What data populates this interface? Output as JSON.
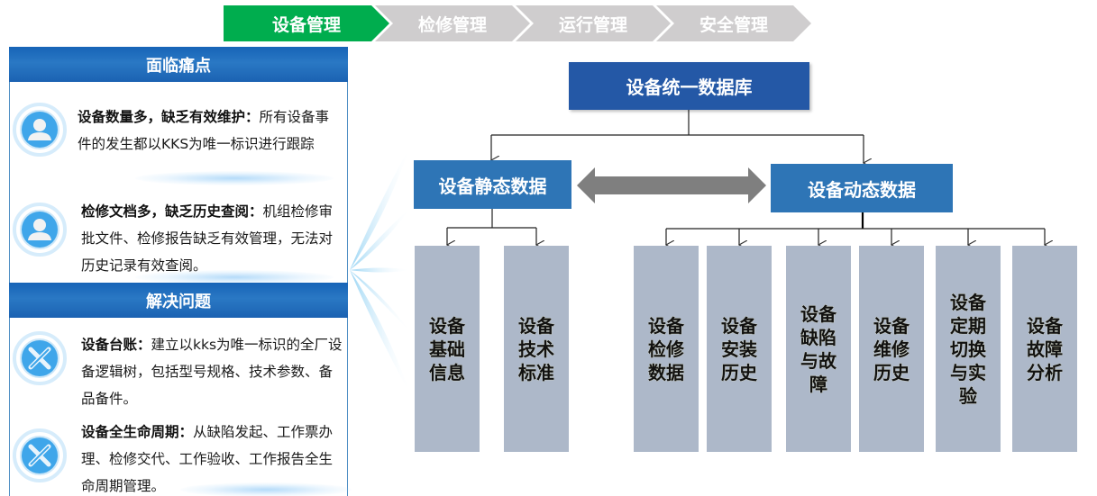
{
  "nav": {
    "steps": [
      {
        "label": "设备管理",
        "active": true
      },
      {
        "label": "检修管理",
        "active": false
      },
      {
        "label": "运行管理",
        "active": false
      },
      {
        "label": "安全管理",
        "active": false
      }
    ],
    "colors": {
      "active": "#00ad4e",
      "inactive": "#cfcdce"
    }
  },
  "left_panel": {
    "pain_points": {
      "title": "面临痛点",
      "items": [
        {
          "icon": "user-icon",
          "heading": "设备数量多，缺乏有效维护：",
          "text": "所有设备事件的发生都以KKS为唯一标识进行跟踪"
        },
        {
          "icon": "user-icon",
          "heading": "检修文档多，缺乏历史查阅：",
          "text": "机组检修审批文件、检修报告缺乏有效管理，无法对历史记录有效查阅。"
        }
      ]
    },
    "solutions": {
      "title": "解决问题",
      "items": [
        {
          "icon": "pencil-ruler-icon",
          "heading": "设备台账：",
          "text": "建立以kks为唯一标识的全厂设备逻辑树，包括型号规格、技术参数、备品备件。"
        },
        {
          "icon": "pencil-ruler-icon",
          "heading": "设备全生命周期：",
          "text": "从缺陷发起、工作票办理、检修交代、工作验收、工作报告全生命周期管理。"
        }
      ]
    }
  },
  "diagram": {
    "root": "设备统一数据库",
    "static": {
      "label": "设备静态数据",
      "children": [
        "设备基础信息",
        "设备技术标准"
      ]
    },
    "dynamic": {
      "label": "设备动态数据",
      "children": [
        "设备检修数据",
        "设备安装历史",
        "设备缺陷与故障",
        "设备维修历史",
        "设备定期切换与实验",
        "设备故障分析"
      ]
    },
    "link_arrow": "bidirectional-arrow",
    "colors": {
      "root": "#2458a6",
      "branch": "#2e75b6",
      "leaf": "#adb8c9",
      "arrow": "#7f7f7f"
    }
  }
}
